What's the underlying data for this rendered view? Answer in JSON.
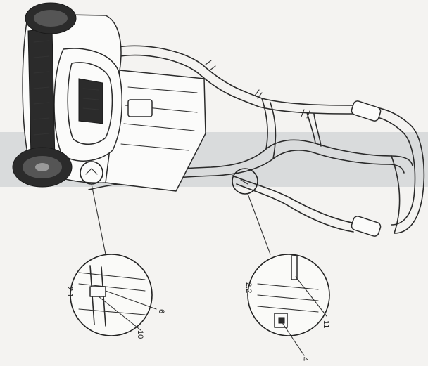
{
  "callouts": {
    "left": {
      "step": "2.1",
      "part_a": "10",
      "part_b": "6"
    },
    "right": {
      "step": "2.2",
      "part_a": "11",
      "part_b": "4"
    }
  },
  "colors": {
    "line": "#2a2a2a",
    "background": "#f4f3f1",
    "band": "#d9dbdc"
  },
  "icons": [
    "lawn-mower-illustration",
    "detail-magnifier-circle"
  ]
}
